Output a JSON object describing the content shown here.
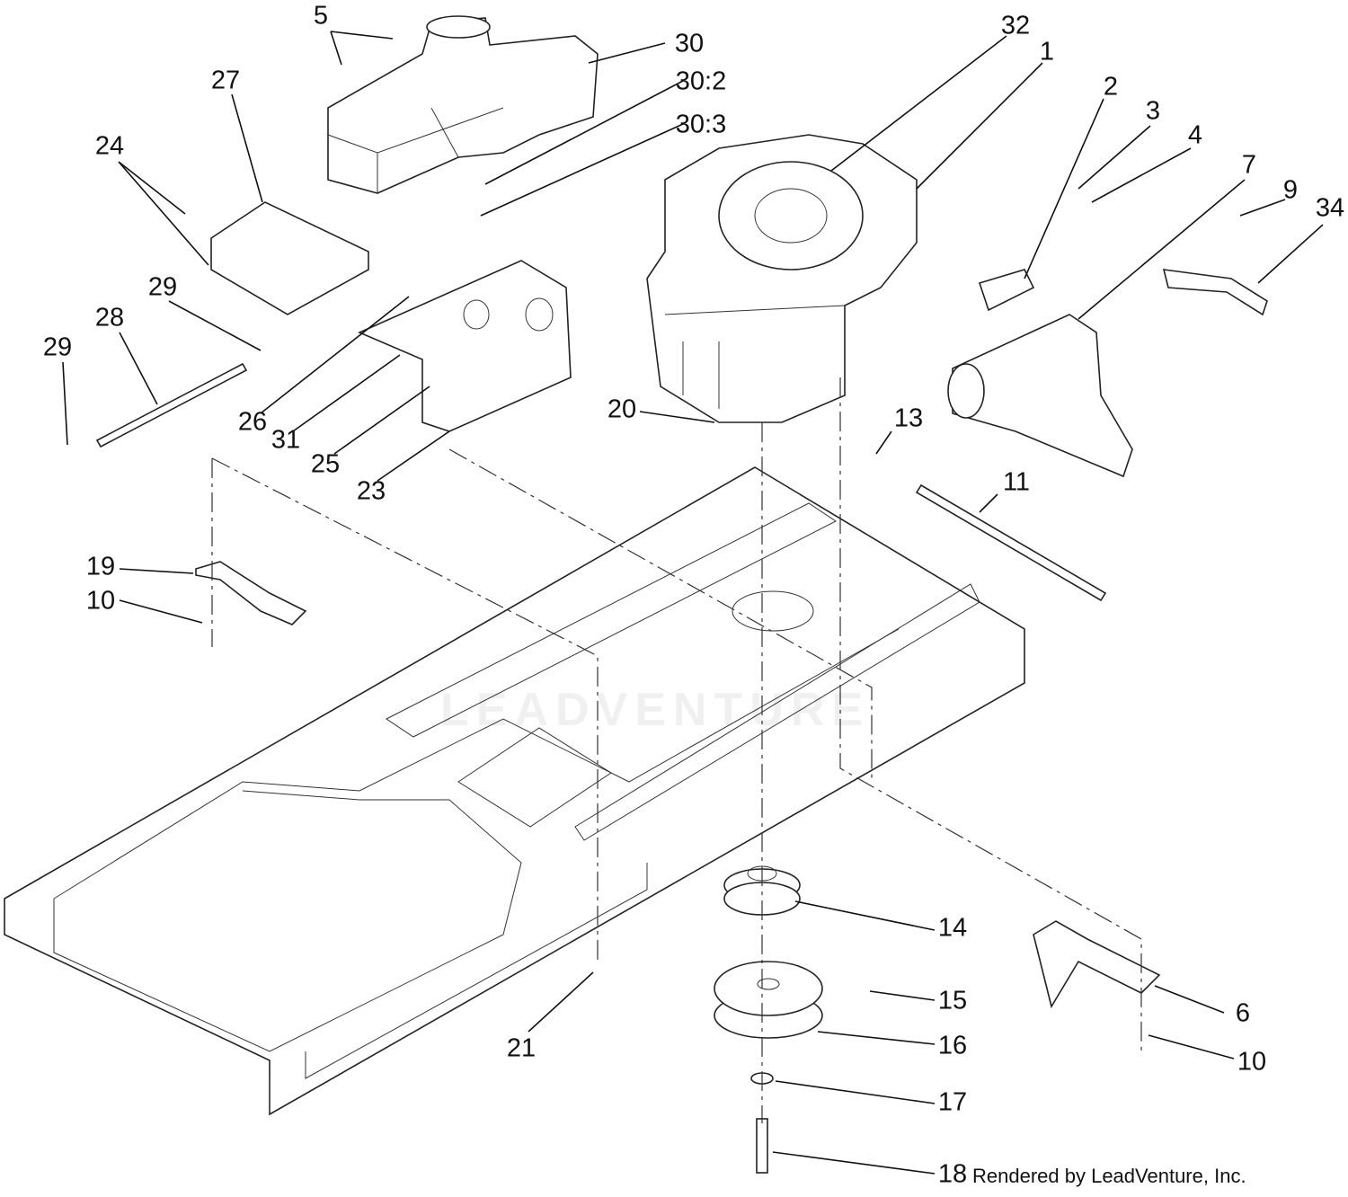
{
  "diagram": {
    "callouts": [
      "5",
      "30",
      "30:2",
      "30:3",
      "27",
      "24",
      "32",
      "1",
      "2",
      "3",
      "4",
      "7",
      "9",
      "34",
      "29",
      "28",
      "29",
      "26",
      "31",
      "25",
      "23",
      "20",
      "13",
      "11",
      "19",
      "10",
      "14",
      "15",
      "16",
      "17",
      "18",
      "21",
      "6",
      "10"
    ],
    "credit": "Rendered by LeadVenture, Inc.",
    "watermark": "LEADVENTURE"
  }
}
